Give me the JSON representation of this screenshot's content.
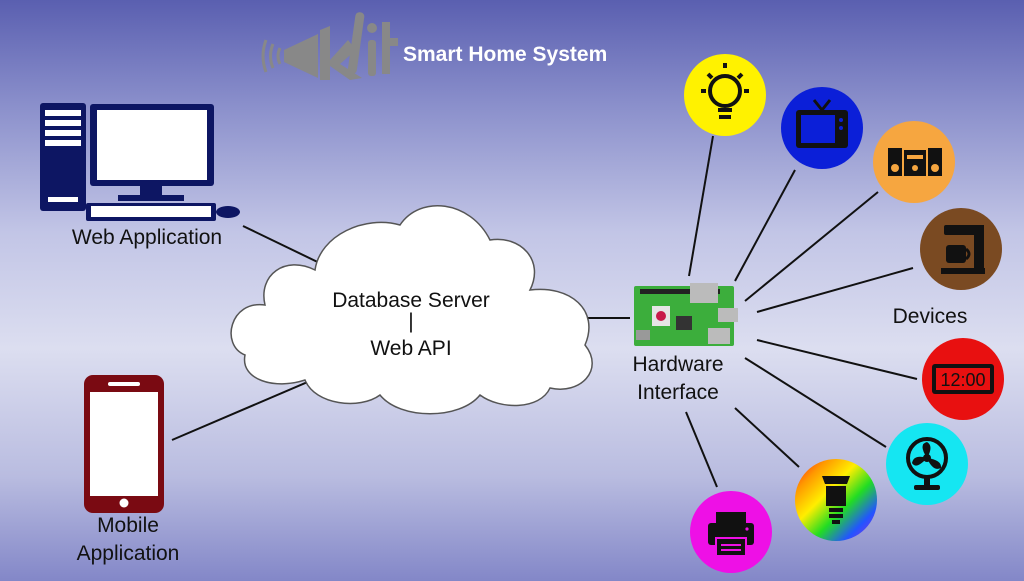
{
  "header": {
    "title": "Smart Home System",
    "logo_text": "Klit"
  },
  "nodes": {
    "web_app": "Web Application",
    "mobile_app_line1": "Mobile",
    "mobile_app_line2": "Application",
    "server_line1": "Database Server",
    "server_sep": "|",
    "server_line2": "Web API",
    "hardware_line1": "Hardware",
    "hardware_line2": "Interface",
    "devices": "Devices"
  },
  "devices": [
    {
      "name": "light-bulb",
      "icon": "lightbulb-icon",
      "color": "#fff200"
    },
    {
      "name": "television",
      "icon": "tv-icon",
      "color": "#0b1fd8"
    },
    {
      "name": "stereo",
      "icon": "stereo-icon",
      "color": "#f6a640"
    },
    {
      "name": "coffee-maker",
      "icon": "coffee-maker-icon",
      "color": "#7a4a22"
    },
    {
      "name": "alarm-clock",
      "icon": "clock-icon",
      "color": "#e81010",
      "text": "12:00"
    },
    {
      "name": "fan",
      "icon": "fan-icon",
      "color": "#15e6f2"
    },
    {
      "name": "smart-bulb",
      "icon": "rgb-bulb-icon",
      "color": "rainbow"
    },
    {
      "name": "printer",
      "icon": "printer-icon",
      "color": "#ee10e6"
    }
  ],
  "colors": {
    "desktop": "#0d1663",
    "phone": "#7a0a12",
    "board": "#3cae3c"
  }
}
